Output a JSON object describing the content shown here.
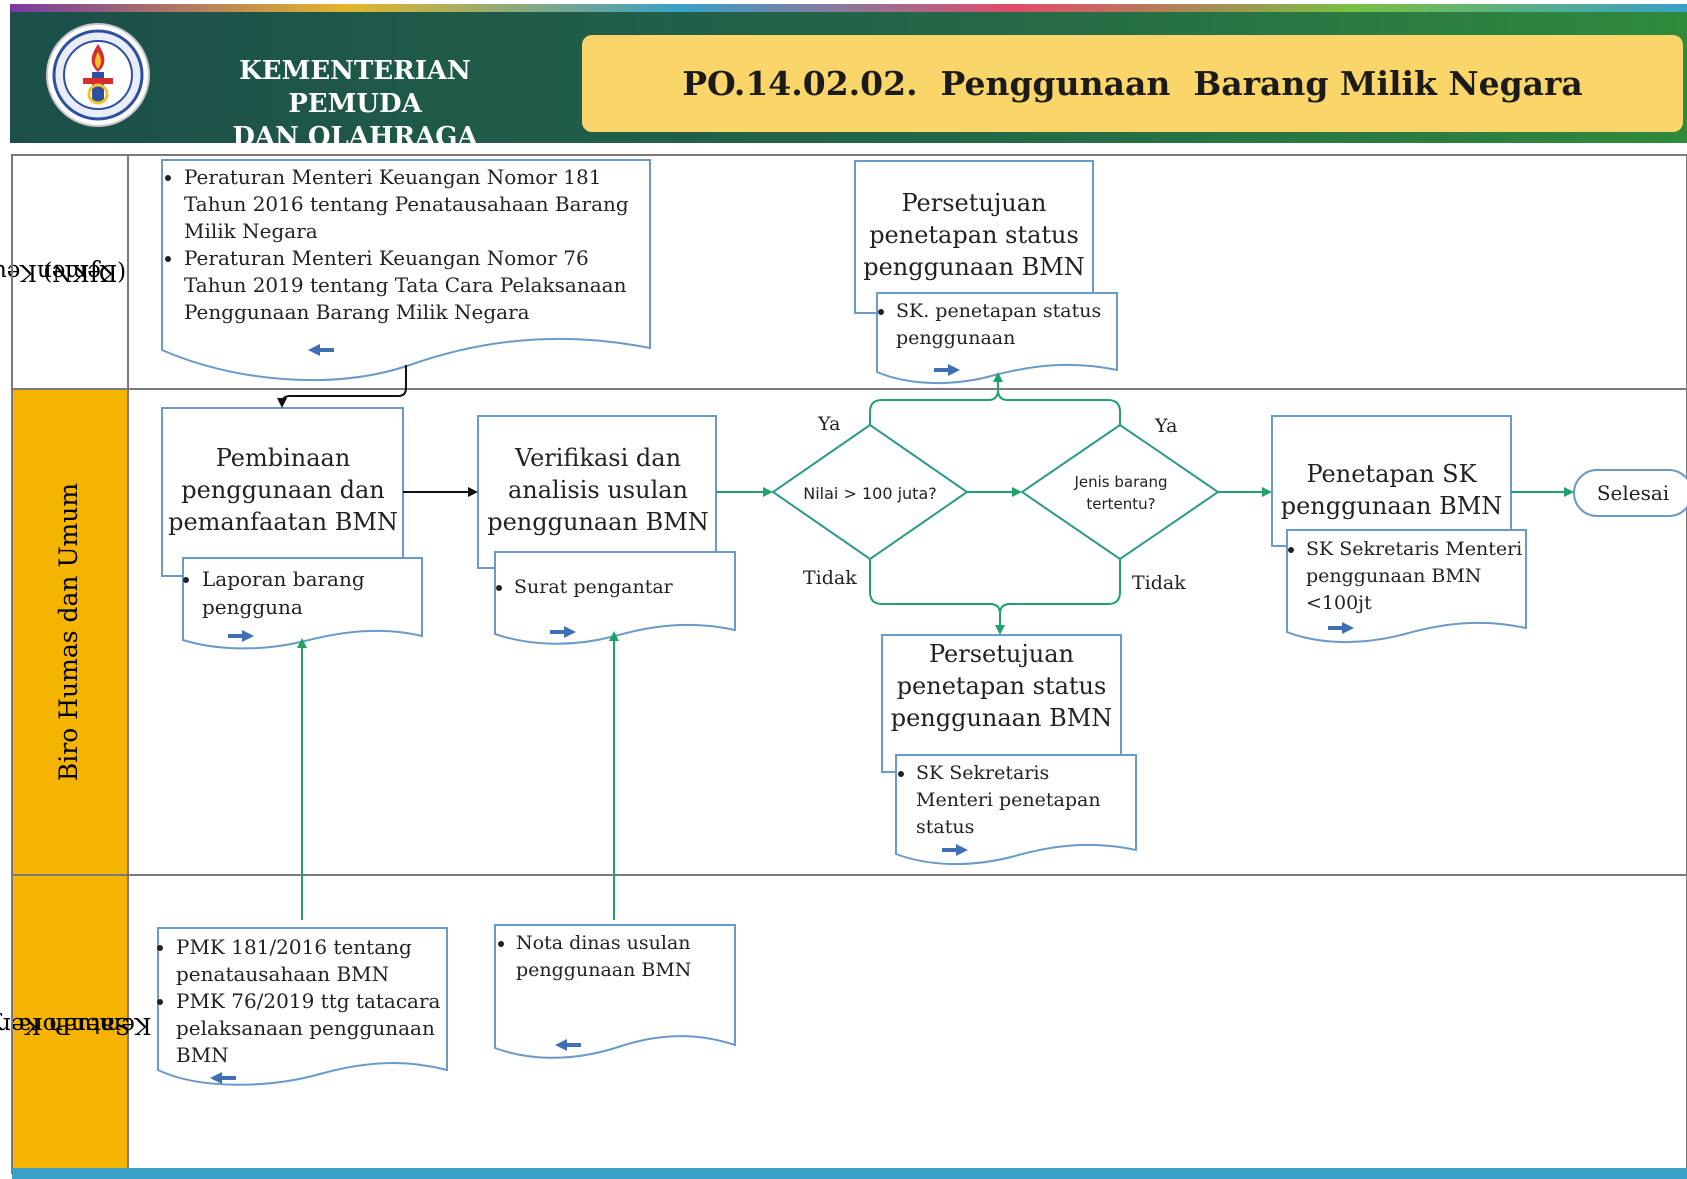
{
  "header": {
    "org_line1": "KEMENTERIAN PEMUDA",
    "org_line2": "DAN OLAHRAGA",
    "title": "PO.14.02.02.  Penggunaan  Barang Milik Negara"
  },
  "lanes": [
    {
      "line1": "KemenKeu",
      "line2": "(DJKN)"
    },
    {
      "line1": "Biro Humas dan Umum",
      "line2": ""
    },
    {
      "line1": "Satuan Kerja",
      "line2": "KemenPora"
    }
  ],
  "documents": {
    "pmk_regulations": {
      "items": [
        "Peraturan Menteri Keuangan Nomor 181 Tahun 2016 tentang Penatausahaan Barang Milik Negara",
        "Peraturan Menteri Keuangan Nomor 76 Tahun 2019 tentang Tata Cara Pelaksanaan Penggunaan Barang Milik Negara"
      ]
    },
    "sk_penetapan_kemenkeu": {
      "items": [
        "SK. penetapan status penggunaan"
      ]
    },
    "laporan_barang": {
      "items": [
        "Laporan barang pengguna"
      ]
    },
    "surat_pengantar": {
      "items": [
        "Surat pengantar"
      ]
    },
    "sk_sekretaris_status": {
      "items": [
        "SK Sekretaris Menteri penetapan status"
      ]
    },
    "sk_sekretaris_100jt": {
      "items": [
        "SK Sekretaris Menteri penggunaan BMN <100jt"
      ]
    },
    "pmk_satker": {
      "items": [
        "PMK 181/2016 tentang penatausahaan BMN",
        "PMK 76/2019 ttg tatacara pelaksanaan penggunaan BMN"
      ]
    },
    "nota_dinas": {
      "items": [
        "Nota dinas usulan penggunaan BMN"
      ]
    }
  },
  "processes": {
    "persetujuan_kemenkeu": "Persetujuan penetapan status penggunaan BMN",
    "pembinaan": "Pembinaan penggunaan dan pemanfaatan BMN",
    "verifikasi": "Verifikasi dan analisis usulan penggunaan BMN",
    "persetujuan_biro": "Persetujuan penetapan status penggunaan BMN",
    "penetapan_sk": "Penetapan SK penggunaan BMN"
  },
  "decisions": {
    "nilai": "Nilai > 100 juta?",
    "jenis": "Jenis barang tertentu?"
  },
  "terminal": {
    "selesai": "Selesai"
  },
  "edge_labels": {
    "ya_1": "Ya",
    "tidak_1": "Tidak",
    "ya_2": "Ya",
    "tidak_2": "Tidak"
  },
  "colors": {
    "header_bg": "#1f5a46",
    "title_bar": "#f9d56a",
    "lane_orange": "#f5b400",
    "process_border": "#6a9ac9",
    "green_arrow": "#1fa36a",
    "decision_border": "#2c9a8a",
    "doc_arrow": "#3f6fb5"
  }
}
